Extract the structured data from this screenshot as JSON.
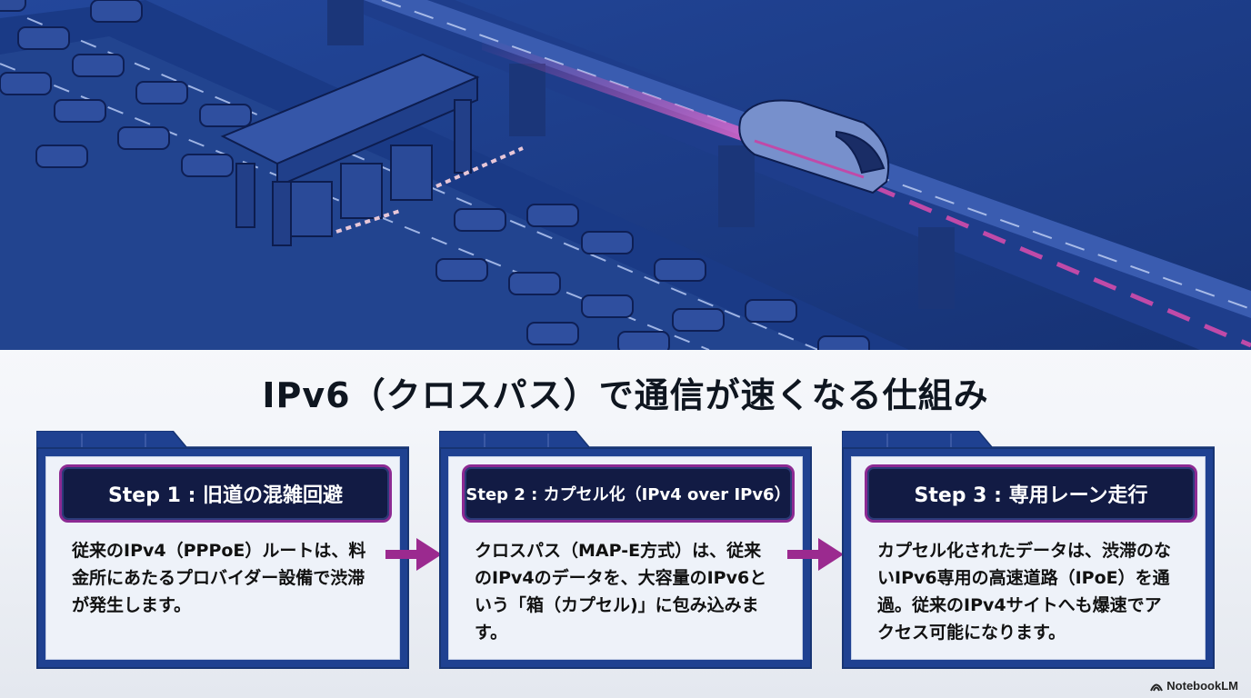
{
  "title": "IPv6（クロスパス）で通信が速くなる仕組み",
  "colors": {
    "hero_bg": "#1c3c8c",
    "card_frame": "#1f4191",
    "badge_bg": "#121b44",
    "badge_border": "#8c2a93",
    "arrow": "#9b2a8f",
    "train_trail": "#c04aa8"
  },
  "steps": [
    {
      "label": "Step 1 : 旧道の混雑回避",
      "text": "従来のIPv4（PPPoE）ルートは、料金所にあたるプロバイダー設備で渋滞が発生します。"
    },
    {
      "label": "Step 2 : カプセル化（IPv4 over IPv6）",
      "text": "クロスパス（MAP-E方式）は、従来のIPv4のデータを、大容量のIPv6という「箱（カプセル)」に包み込みます。"
    },
    {
      "label": "Step 3 : 専用レーン走行",
      "text": "カプセル化されたデータは、渋滞のないIPv6専用の高速道路（IPoE）を通過。従来のIPv4サイトへも爆速でアクセス可能になります。"
    }
  ],
  "logo": {
    "text": "NotebookLM",
    "icon": "notebooklm-icon"
  }
}
